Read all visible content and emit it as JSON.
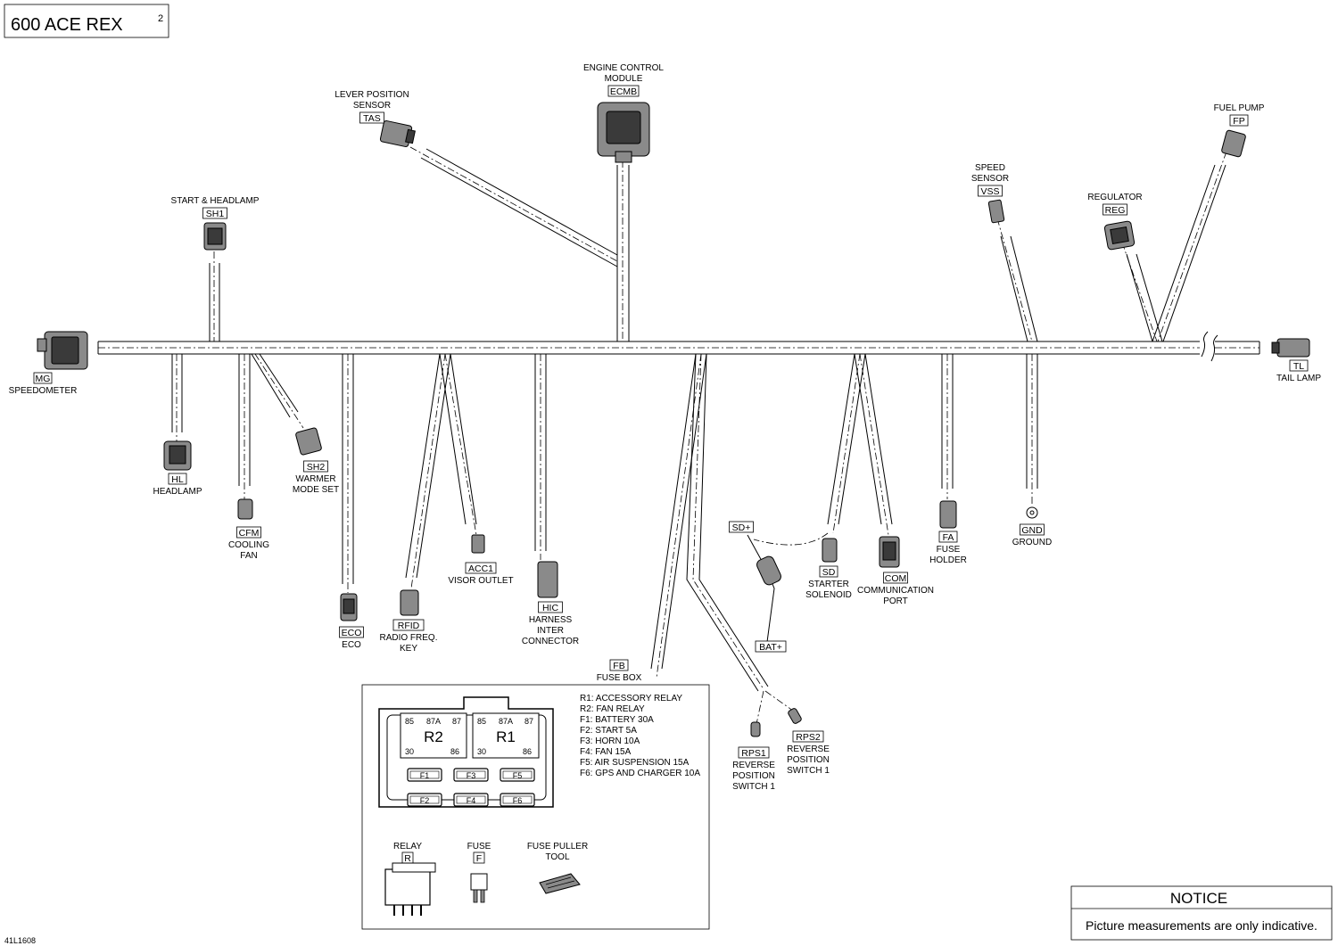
{
  "title": {
    "main": "600 ACE REX",
    "sup": "2"
  },
  "part_number": "41L1608",
  "components": [
    {
      "id": "MG",
      "code": "MG",
      "lines": [
        "SPEEDOMETER"
      ]
    },
    {
      "id": "SH1",
      "code": "SH1",
      "lines": [
        "START & HEADLAMP"
      ]
    },
    {
      "id": "TAS",
      "code": "TAS",
      "lines": [
        "LEVER POSITION",
        "SENSOR"
      ]
    },
    {
      "id": "ECMB",
      "code": "ECMB",
      "lines": [
        "ENGINE CONTROL",
        "MODULE"
      ]
    },
    {
      "id": "VSS",
      "code": "VSS",
      "lines": [
        "SPEED",
        "SENSOR"
      ]
    },
    {
      "id": "REG",
      "code": "REG",
      "lines": [
        "REGULATOR"
      ]
    },
    {
      "id": "FP",
      "code": "FP",
      "lines": [
        "FUEL PUMP"
      ]
    },
    {
      "id": "TL",
      "code": "TL",
      "lines": [
        "TAIL LAMP"
      ]
    },
    {
      "id": "HL",
      "code": "HL",
      "lines": [
        "HEADLAMP"
      ]
    },
    {
      "id": "CFM",
      "code": "CFM",
      "lines": [
        "COOLING",
        "FAN"
      ]
    },
    {
      "id": "SH2",
      "code": "SH2",
      "lines": [
        "WARMER",
        "MODE SET"
      ]
    },
    {
      "id": "ECO",
      "code": "ECO",
      "lines": [
        "ECO"
      ]
    },
    {
      "id": "RFID",
      "code": "RFID",
      "lines": [
        "RADIO FREQ.",
        "KEY"
      ]
    },
    {
      "id": "ACC1",
      "code": "ACC1",
      "lines": [
        "VISOR OUTLET"
      ]
    },
    {
      "id": "HIC",
      "code": "HIC",
      "lines": [
        "HARNESS",
        "INTER",
        "CONNECTOR"
      ]
    },
    {
      "id": "FB",
      "code": "FB",
      "lines": [
        "FUSE BOX"
      ]
    },
    {
      "id": "SDP",
      "code": "SD+",
      "lines": []
    },
    {
      "id": "BATP",
      "code": "BAT+",
      "lines": []
    },
    {
      "id": "SD",
      "code": "SD",
      "lines": [
        "STARTER",
        "SOLENOID"
      ]
    },
    {
      "id": "COM",
      "code": "COM",
      "lines": [
        "COMMUNICATION",
        "PORT"
      ]
    },
    {
      "id": "FA",
      "code": "FA",
      "lines": [
        "FUSE",
        "HOLDER"
      ]
    },
    {
      "id": "GND",
      "code": "GND",
      "lines": [
        "GROUND"
      ]
    },
    {
      "id": "RPS1",
      "code": "RPS1",
      "lines": [
        "REVERSE",
        "POSITION",
        "SWITCH 1"
      ]
    },
    {
      "id": "RPS2",
      "code": "RPS2",
      "lines": [
        "REVERSE",
        "POSITION",
        "SWITCH 1"
      ]
    }
  ],
  "fuse_box": {
    "legend": [
      "R1: ACCESSORY RELAY",
      "R2: FAN RELAY",
      "F1: BATTERY 30A",
      "F2: START 5A",
      "F3: HORN 10A",
      "F4: FAN 15A",
      "F5: AIR SUSPENSION 15A",
      "F6: GPS AND CHARGER 10A"
    ],
    "relays": [
      {
        "name": "R2",
        "pins_top": [
          "85",
          "87A",
          "87"
        ],
        "pins_bottom": [
          "30",
          "86"
        ]
      },
      {
        "name": "R1",
        "pins_top": [
          "85",
          "87A",
          "87"
        ],
        "pins_bottom": [
          "30",
          "86"
        ]
      }
    ],
    "fuses": [
      "F1",
      "F3",
      "F5",
      "F2",
      "F4",
      "F6"
    ],
    "parts": [
      {
        "code": "R",
        "lines": [
          "RELAY"
        ]
      },
      {
        "code": "F",
        "lines": [
          "FUSE"
        ]
      },
      {
        "code": "",
        "lines": [
          "FUSE PULLER",
          "TOOL"
        ]
      }
    ]
  },
  "notice": {
    "heading": "NOTICE",
    "text": "Picture measurements are only indicative."
  }
}
